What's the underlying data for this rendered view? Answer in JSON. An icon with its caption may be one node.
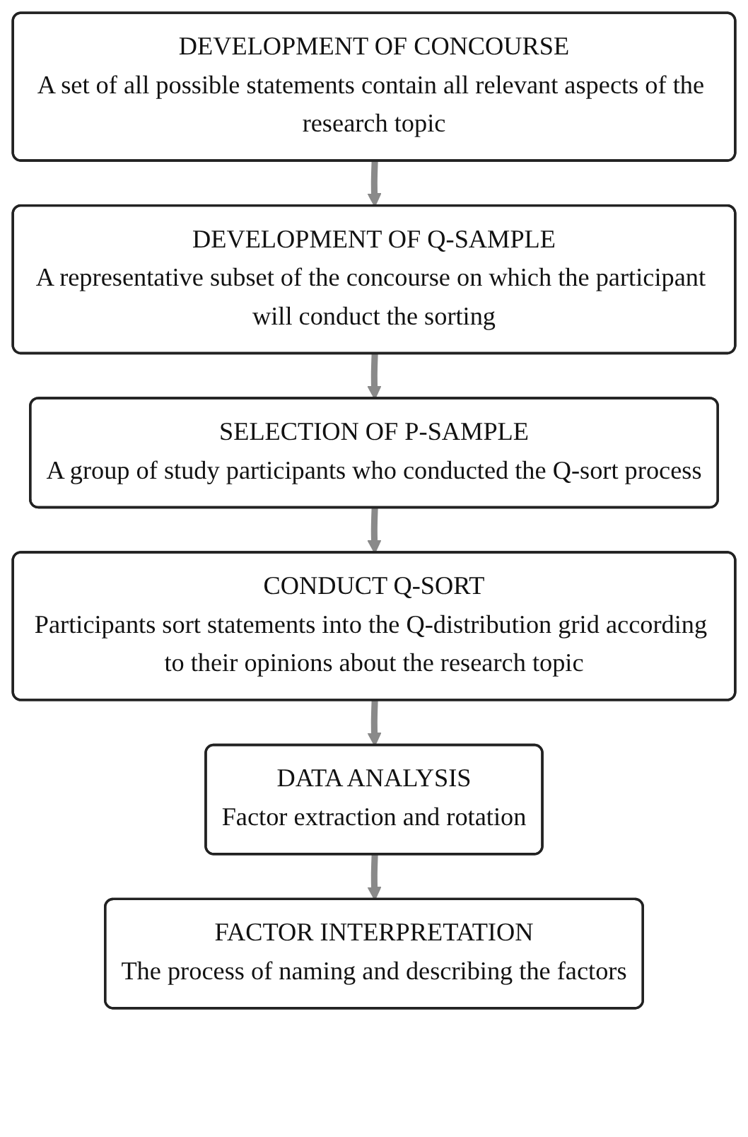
{
  "diagram": {
    "nodes": [
      {
        "text": [
          "DEVELOPMENT OF CONCOURSE",
          "A set of all possible statements contain all relevant aspects of the research topic"
        ]
      },
      {
        "text": [
          "DEVELOPMENT OF Q-SAMPLE",
          "A representative subset of the concourse on which the participant will conduct the sorting"
        ]
      },
      {
        "text": [
          "SELECTION OF P-SAMPLE",
          "A group of study participants who conducted the Q-sort process"
        ]
      },
      {
        "text": [
          "CONDUCT Q-SORT",
          "Participants sort statements into the Q-distribution grid according to their opinions about the research topic"
        ]
      },
      {
        "text": [
          "DATA ANALYSIS",
          "Factor extraction and rotation"
        ]
      },
      {
        "text": [
          "FACTOR INTERPRETATION",
          "The process of naming and describing the factors"
        ]
      }
    ],
    "edges": [
      {
        "from": 0,
        "to": 1,
        "arrow": "to"
      },
      {
        "from": 1,
        "to": 2,
        "arrow": "to"
      },
      {
        "from": 2,
        "to": 3,
        "arrow": "to"
      },
      {
        "from": 3,
        "to": 4,
        "arrow": "to"
      },
      {
        "from": 4,
        "to": 5,
        "arrow": "to"
      }
    ]
  }
}
